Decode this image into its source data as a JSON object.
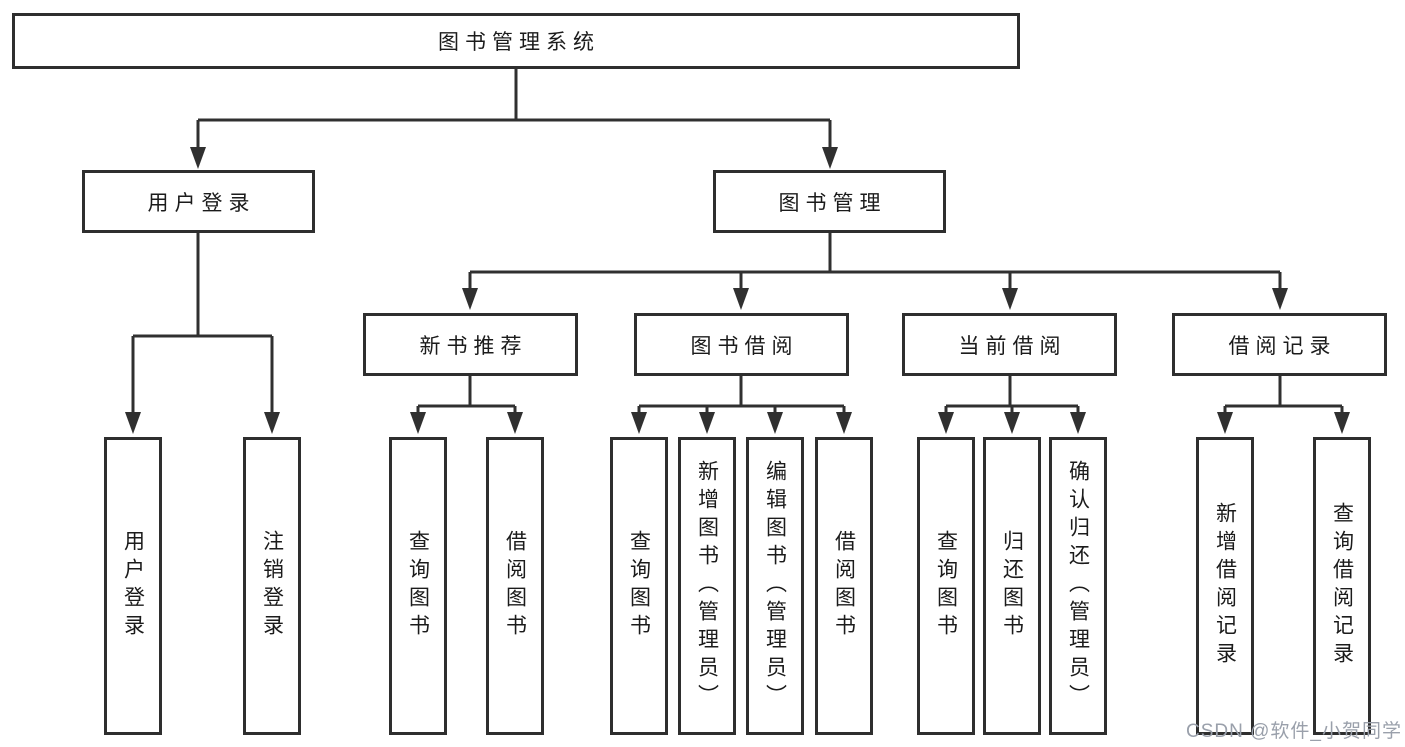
{
  "diagram": {
    "line_color": "#303030",
    "box_border_color": "#2e2e2e",
    "text_color": "#1b1b1b",
    "nodes": {
      "root": {
        "label": "图书管理系统"
      },
      "user_login": {
        "label": "用户登录"
      },
      "book_mgmt": {
        "label": "图书管理"
      },
      "new_book_rec": {
        "label": "新书推荐"
      },
      "book_borrow": {
        "label": "图书借阅"
      },
      "current_borrow": {
        "label": "当前借阅"
      },
      "borrow_record": {
        "label": "借阅记录"
      },
      "leaf_user_login": {
        "label": "用户登录"
      },
      "leaf_logout": {
        "label": "注销登录"
      },
      "leaf_query_book_rec": {
        "label": "查询图书"
      },
      "leaf_borrow_book_rec": {
        "label": "借阅图书"
      },
      "leaf_query_book_borrow": {
        "label": "查询图书"
      },
      "leaf_add_book_admin": {
        "label": "新增图书（管理员）"
      },
      "leaf_edit_book_admin": {
        "label": "编辑图书（管理员）"
      },
      "leaf_borrow_book_borrow": {
        "label": "借阅图书"
      },
      "leaf_query_book_current": {
        "label": "查询图书"
      },
      "leaf_return_book": {
        "label": "归还图书"
      },
      "leaf_confirm_return_admin": {
        "label": "确认归还（管理员）"
      },
      "leaf_add_borrow_record": {
        "label": "新增借阅记录"
      },
      "leaf_query_borrow_record": {
        "label": "查询借阅记录"
      }
    },
    "hierarchy": {
      "图书管理系统": {
        "用户登录": [
          "用户登录",
          "注销登录"
        ],
        "图书管理": {
          "新书推荐": [
            "查询图书",
            "借阅图书"
          ],
          "图书借阅": [
            "查询图书",
            "新增图书（管理员）",
            "编辑图书（管理员）",
            "借阅图书"
          ],
          "当前借阅": [
            "查询图书",
            "归还图书",
            "确认归还（管理员）"
          ],
          "借阅记录": [
            "新增借阅记录",
            "查询借阅记录"
          ]
        }
      }
    }
  },
  "watermark": {
    "text": "CSDN @软件_小贺同学",
    "color": "#9aa0ab"
  }
}
